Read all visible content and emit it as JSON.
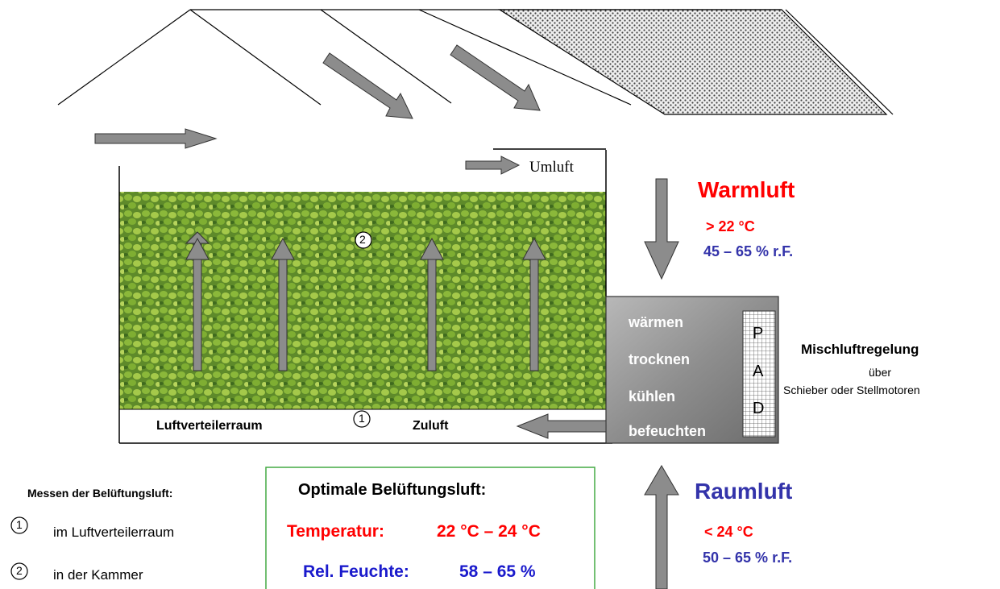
{
  "colors": {
    "warm": "#ff0000",
    "room": "#3333aa",
    "arrow_fill": "#8c8c8c",
    "hop_green": "#5e8a2a",
    "box_border": "#44aa44"
  },
  "icons": [
    "arrow-right-icon",
    "arrow-down-icon",
    "arrow-up-icon",
    "arrow-left-icon",
    "circled-number-icon",
    "grid-pad-icon"
  ],
  "labels": {
    "umluft": "Umluft",
    "warmluft": "Warmluft",
    "warm_temp": "> 22 °C",
    "warm_humidity": "45 – 65 % r.F.",
    "raumluft": "Raumluft",
    "room_temp": "< 24 °C",
    "room_humidity": "50 – 65 % r.F.",
    "luftverteilerraum": "Luftverteilerraum",
    "zuluft": "Zuluft",
    "marker_1": "1",
    "marker_2": "2"
  },
  "unit": {
    "steps": [
      "wärmen",
      "trocknen",
      "kühlen",
      "befeuchten"
    ],
    "pad_letters": [
      "P",
      "A",
      "D"
    ]
  },
  "mixing": {
    "title": "Mischluftregelung",
    "line1": "über",
    "line2": "Schieber oder Stellmotoren"
  },
  "measure": {
    "title": "Messen der Belüftungsluft:",
    "items": [
      {
        "num": "1",
        "text": "im Luftverteilerraum"
      },
      {
        "num": "2",
        "text": "in der Kammer"
      }
    ]
  },
  "optimal": {
    "title": "Optimale Belüftungsluft:",
    "temp_label": "Temperatur:",
    "temp_value": "22 °C – 24 °C",
    "hum_label": "Rel. Feuchte:",
    "hum_value": "58 – 65 %"
  }
}
